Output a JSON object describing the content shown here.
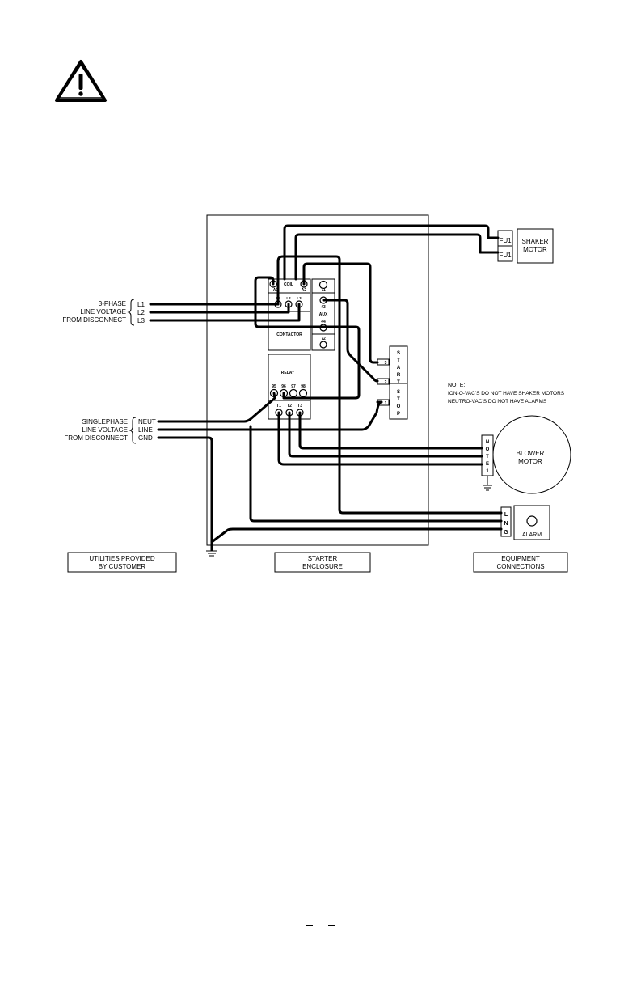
{
  "left_inputs": {
    "three_phase": {
      "lines": [
        "3-PHASE",
        "LINE VOLTAGE",
        "FROM DISCONNECT"
      ],
      "terminals": [
        "L1",
        "L2",
        "L3"
      ]
    },
    "single_phase": {
      "lines": [
        "SINGLEPHASE",
        "LINE VOLTAGE",
        "FROM DISCONNECT"
      ],
      "terminals": [
        "NEUT",
        "LINE",
        "GND"
      ]
    }
  },
  "contactor": {
    "coil_label": "COIL",
    "a1": "A1",
    "a2": "A2",
    "line_terms": [
      "L1",
      "L2",
      "L3"
    ],
    "label": "CONTACTOR",
    "aux": {
      "t1": "71",
      "t43": "43",
      "aux": "AUX",
      "t44": "44",
      "t2": "72"
    }
  },
  "relay": {
    "label": "RELAY",
    "terms": [
      "95",
      "96",
      "97",
      "98"
    ],
    "t_terms": [
      "T1",
      "T2",
      "T3"
    ]
  },
  "start_stop": {
    "start_letters": [
      "S",
      "T",
      "A",
      "R",
      "T"
    ],
    "stop_letters": [
      "S",
      "T",
      "O",
      "P"
    ],
    "terms": [
      "3",
      "2",
      "1"
    ]
  },
  "shaker": {
    "fuses": [
      "FU1",
      "FU1"
    ],
    "label_lines": [
      "SHAKER",
      "MOTOR"
    ]
  },
  "note": {
    "lines": [
      "NOTE:",
      "ION-O-VAC'S DO NOT HAVE SHAKER MOTORS",
      "NEUTRO-VAC'S DO NOT HAVE ALARMS"
    ]
  },
  "blower": {
    "note_letters": [
      "N",
      "O",
      "T",
      "E",
      "1"
    ],
    "label_lines": [
      "BLOWER",
      "MOTOR"
    ]
  },
  "alarm": {
    "letters": [
      "L",
      "N",
      "G"
    ],
    "label": "ALARM"
  },
  "footer_boxes": {
    "utilities": [
      "UTILITIES PROVIDED",
      "BY CUSTOMER"
    ],
    "starter": [
      "STARTER",
      "ENCLOSURE"
    ],
    "equipment": [
      "EQUIPMENT",
      "CONNECTIONS"
    ]
  },
  "colors": {
    "ink": "#000000",
    "paper": "#ffffff"
  }
}
